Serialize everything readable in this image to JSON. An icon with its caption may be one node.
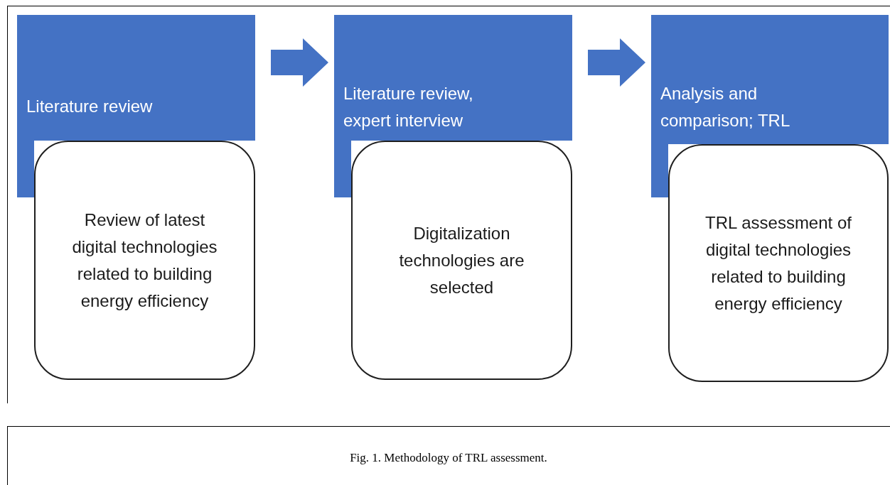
{
  "diagram": {
    "caption": "Fig. 1. Methodology of TRL assessment.",
    "nodes": [
      {
        "text": [
          "Literature review"
        ]
      },
      {
        "text": [
          "Review of latest digital technologies related to building energy efficiency"
        ]
      },
      {
        "text": [
          "Literature review, expert interview"
        ]
      },
      {
        "text": [
          "Digitalization technologies are selected"
        ]
      },
      {
        "text": [
          "Analysis and comparison; TRL"
        ]
      },
      {
        "text": [
          "TRL assessment of digital technologies related to building energy efficiency"
        ]
      }
    ],
    "edges": [
      {
        "from": 0,
        "to": 2,
        "arrow": "to"
      },
      {
        "from": 2,
        "to": 4,
        "arrow": "to"
      }
    ]
  }
}
